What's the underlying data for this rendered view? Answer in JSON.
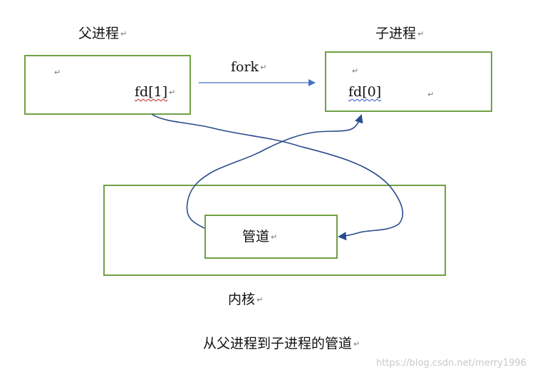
{
  "parent": {
    "title": "父进程",
    "fd": "fd[1]"
  },
  "child": {
    "title": "子进程",
    "fd": "fd[0]"
  },
  "fork_label": "fork",
  "pipe_label": "管道",
  "kernel_label": "内核",
  "caption": "从父进程到子进程的管道",
  "watermark": "https://blog.csdn.net/merry1996",
  "paragraph_mark": "↵",
  "colors": {
    "box_border": "#70a044",
    "arrow": "#4472c4",
    "curve": "#2b4c8c"
  }
}
